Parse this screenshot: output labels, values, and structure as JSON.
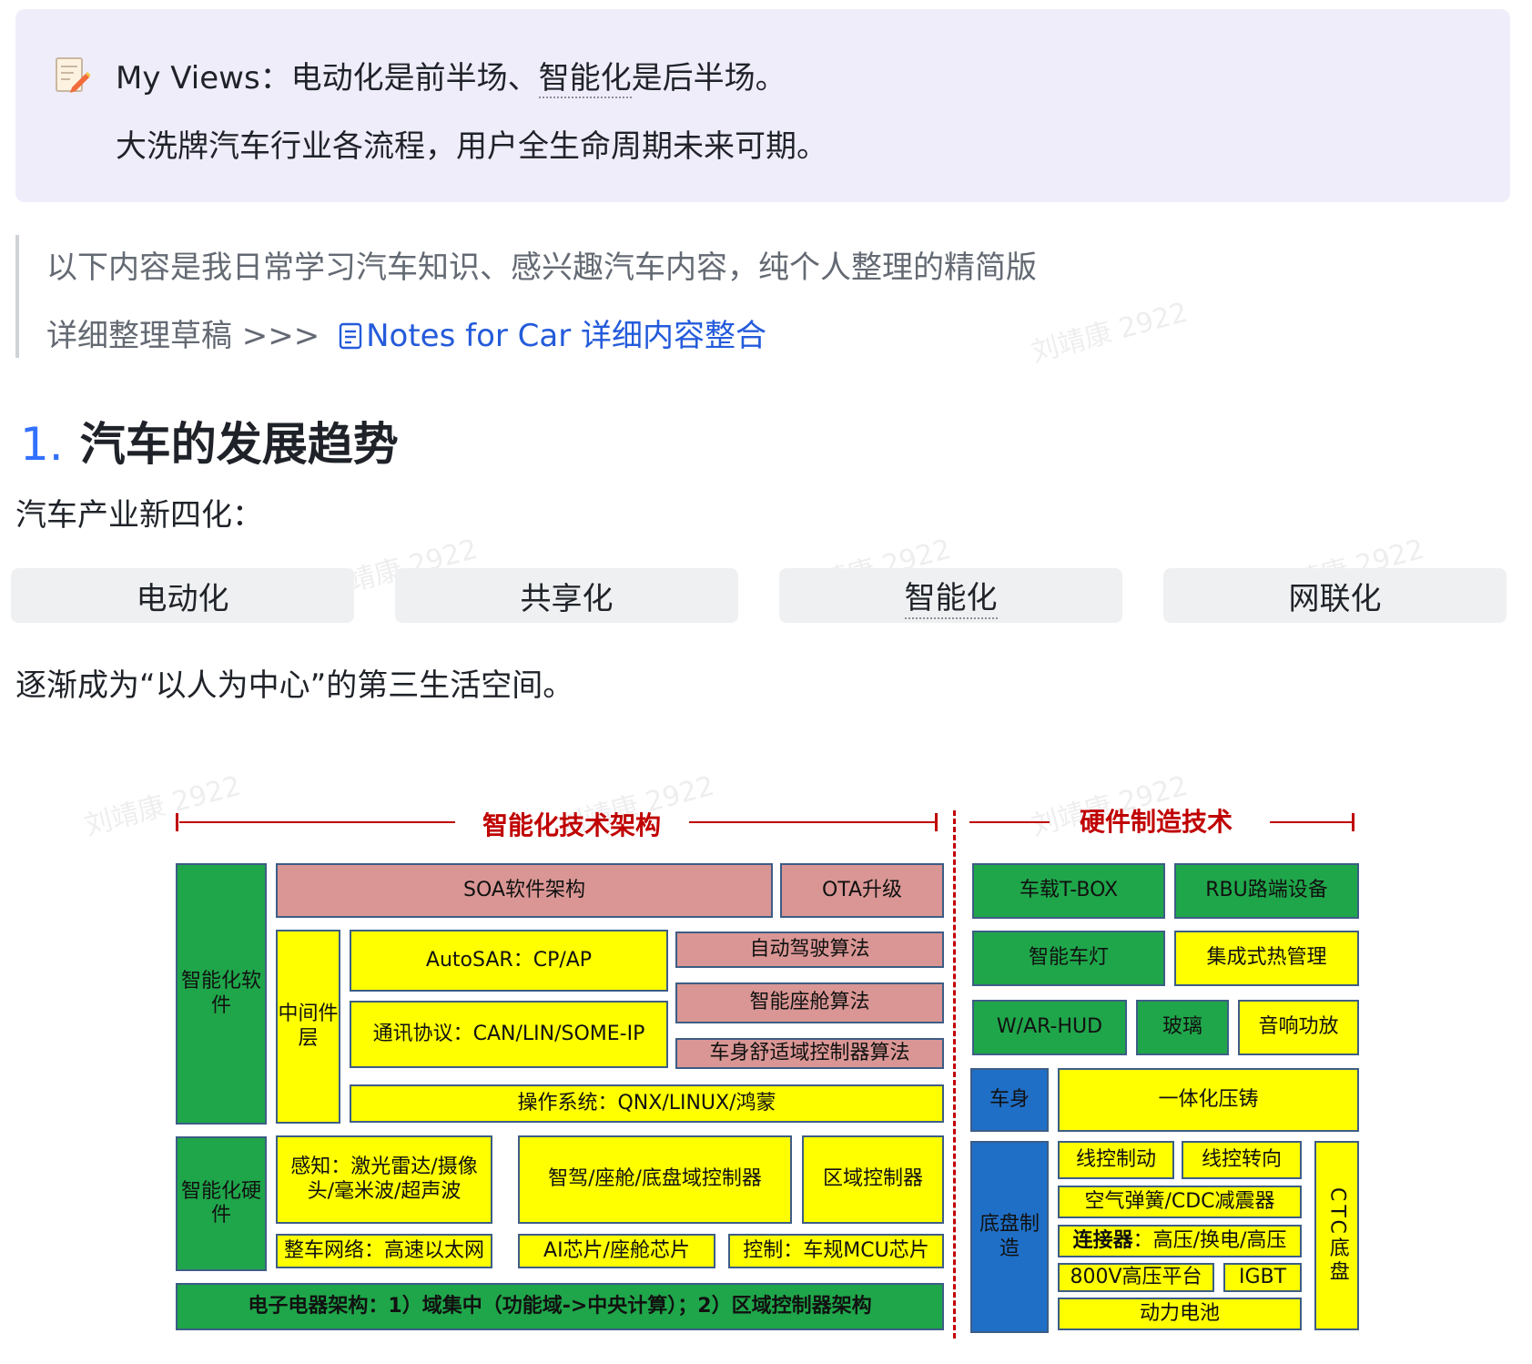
{
  "callout": {
    "icon": "note-pencil-icon",
    "line1_prefix": "My Views：电动化是前半场、",
    "line1_term": "智能化",
    "line1_suffix": "是后半场。",
    "line2": "大洗牌汽车行业各流程，用户全生命周期未来可期。"
  },
  "quote": {
    "line1": "以下内容是我日常学习汽车知识、感兴趣汽车内容，纯个人整理的精简版",
    "line2_prefix": "详细整理草稿 >>>",
    "link_icon": "document-icon",
    "link_text": "Notes for Car 详细内容整合"
  },
  "heading": {
    "number": "1.",
    "title": "汽车的发展趋势"
  },
  "intro": "汽车产业新四化：",
  "tags": [
    "电动化",
    "共享化",
    "智能化",
    "网联化"
  ],
  "closing": "逐渐成为“以人为中心”的第三生活空间。",
  "watermark": "刘靖康 2922",
  "diagram": {
    "left_title": "智能化技术架构",
    "right_title": "硬件制造技术",
    "software_label": "智能化软件",
    "hardware_label": "智能化硬件",
    "soa": "SOA软件架构",
    "ota": "OTA升级",
    "middleware": "中间件层",
    "autosar": "AutoSAR：CP/AP",
    "protocol": "通讯协议：CAN/LIN/SOME-IP",
    "adas_algo": "自动驾驶算法",
    "cabin_algo": "智能座舱算法",
    "body_algo": "车身舒适域控制器算法",
    "os": "操作系统：QNX/LINUX/鸿蒙",
    "perception": "感知：激光雷达/摄像头/毫米波/超声波",
    "domain_ctrl": "智驾/座舱/底盘域控制器",
    "zone_ctrl": "区域控制器",
    "network": "整车网络：高速以太网",
    "ai_chip": "AI芯片/座舱芯片",
    "mcu": "控制：车规MCU芯片",
    "ee_arch": "电子电器架构：1）域集中（功能域->中央计算）；2）区域控制器架构",
    "tbox": "车载T-BOX",
    "rbu": "RBU路端设备",
    "lamp": "智能车灯",
    "thermal": "集成式热管理",
    "hud": "W/AR-HUD",
    "glass": "玻璃",
    "audio": "音响功放",
    "body": "车身",
    "casting": "一体化压铸",
    "chassis": "底盘制造",
    "brake": "线控制动",
    "steer": "线控转向",
    "spring": "空气弹簧/CDC减震器",
    "connector_bold": "连接器",
    "connector_rest": "：高压/换电/高压",
    "platform800": "800V高压平台",
    "igbt": "IGBT",
    "battery": "动力电池",
    "ctc": "CTC底盘"
  }
}
